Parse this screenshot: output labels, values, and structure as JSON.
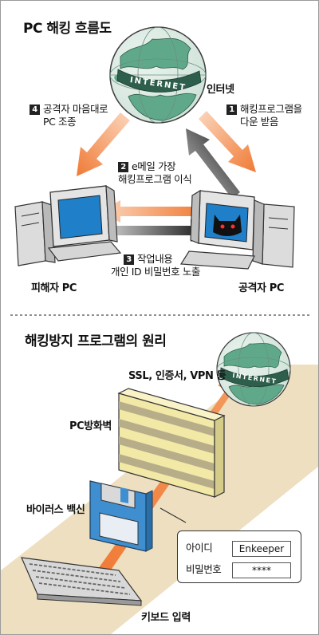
{
  "section1": {
    "title": "PC 해킹 흐름도",
    "internet_label": "인터넷",
    "globe_text": "INTERNET",
    "victim_label": "피해자 PC",
    "attacker_label": "공격자 PC",
    "steps": [
      {
        "num": "1",
        "line1": "해킹프로그램을",
        "line2": "다운 받음"
      },
      {
        "num": "2",
        "line1": "e메일 가장",
        "line2": "해킹프로그램 이식"
      },
      {
        "num": "3",
        "line1": "작업내용",
        "line2": "개인 ID 비밀번호 노출"
      },
      {
        "num": "4",
        "line1": "공격자 마음대로",
        "line2": "PC 조종"
      }
    ]
  },
  "section2": {
    "title": "해킹방지 프로그램의 원리",
    "globe_text": "INTERNET",
    "ssl_label": "SSL, 인증서, VPN 등",
    "firewall_label": "PC방화벽",
    "antivirus_label": "바이러스 백신",
    "keyboard_label": "키보드 입력",
    "login": {
      "id_label": "아이디",
      "id_value": "Enkeeper",
      "pw_label": "비밀번호",
      "pw_value": "****"
    }
  },
  "colors": {
    "orange": "#f07a35",
    "beige": "#eedfc1",
    "globe_green": "#5fa98a",
    "screen_blue": "#1f7fc9",
    "floppy_blue": "#3f8fd0",
    "firewall_yellow": "#f2e9a6"
  }
}
